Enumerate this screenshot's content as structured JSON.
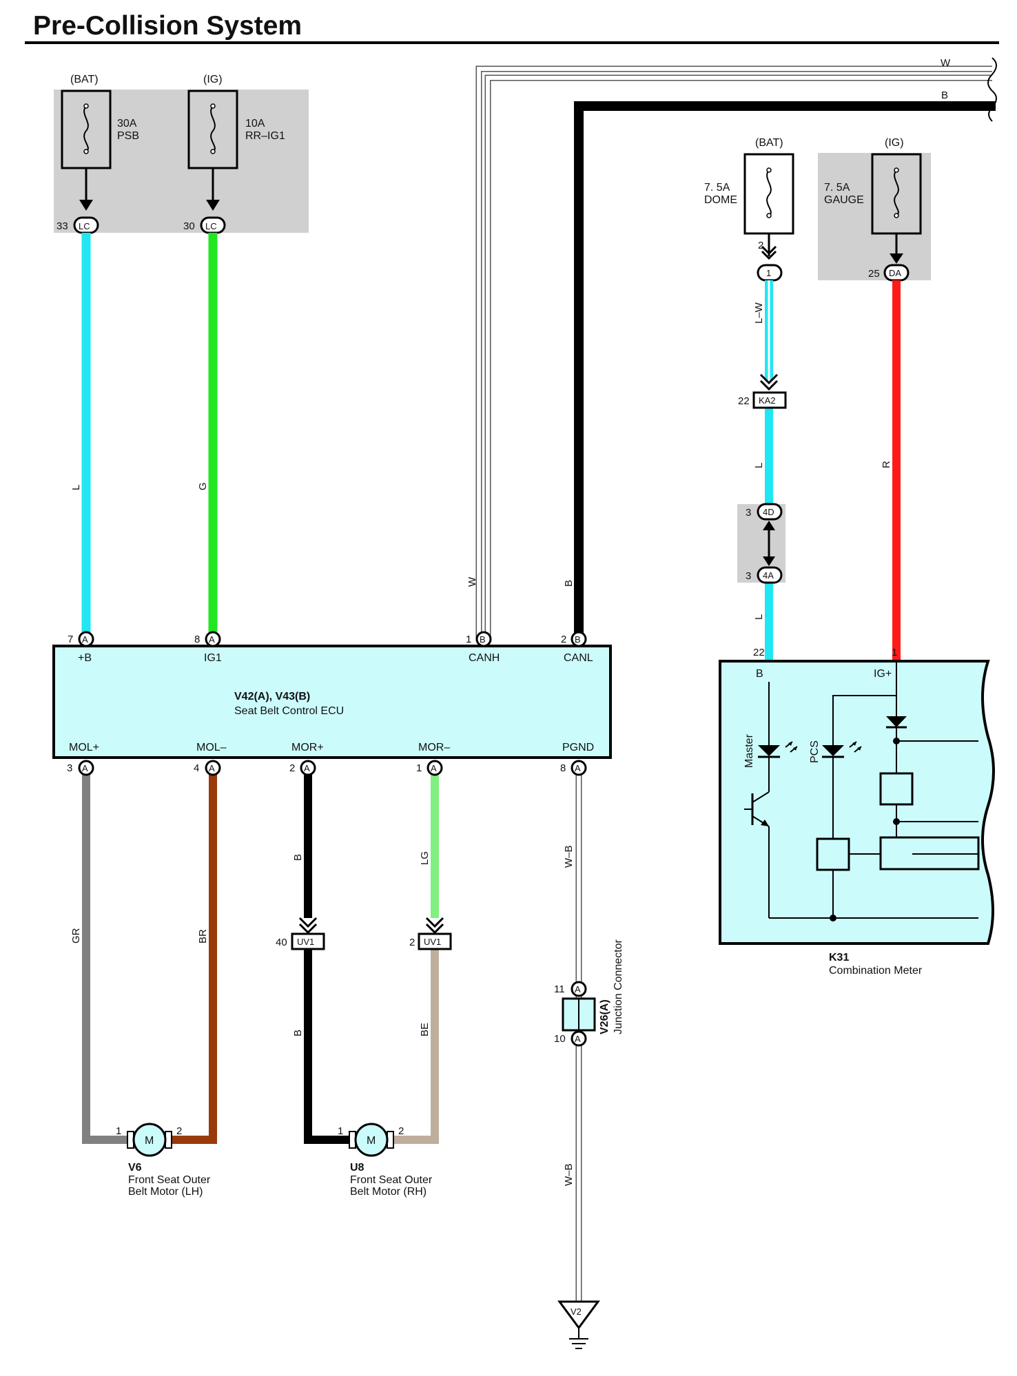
{
  "title": "Pre-Collision System",
  "colors": {
    "L": "#22e6f2",
    "G": "#22e622",
    "GR": "#808080",
    "BR": "#9a3a0a",
    "B": "#000000",
    "LG": "#80f080",
    "BE": "#bfae9c",
    "R": "#ff1a1a",
    "W": "#ffffff",
    "ECU": "#ccfbfc",
    "FUSEBOX": "#d0d0d0"
  },
  "fuses": {
    "psb": {
      "source": "(BAT)",
      "amp": "30A",
      "name": "PSB"
    },
    "rrig1": {
      "source": "(IG)",
      "amp": "10A",
      "name": "RR–IG1"
    },
    "dome": {
      "source": "(BAT)",
      "amp": "7. 5A",
      "name": "DOME"
    },
    "gauge": {
      "source": "(IG)",
      "amp": "7. 5A",
      "name": "GAUGE"
    }
  },
  "connectors": {
    "lc33": {
      "pin": "33",
      "code": "LC"
    },
    "lc30": {
      "pin": "30",
      "code": "LC"
    },
    "dome1": {
      "pin": "2",
      "code": "1"
    },
    "da25": {
      "pin": "25",
      "code": "DA"
    },
    "ka2": {
      "pin": "22",
      "code": "KA2"
    },
    "c4d": {
      "pin": "3",
      "code": "4D"
    },
    "c4a": {
      "pin": "3",
      "code": "4A"
    },
    "uv1a": {
      "pin": "40",
      "code": "UV1"
    },
    "uv1b": {
      "pin": "2",
      "code": "UV1"
    }
  },
  "wires": {
    "w_top": "W",
    "b_top": "B",
    "l_psb": "L",
    "g_ig": "G",
    "w_canh": "W",
    "b_canl": "B",
    "lw": "L–W",
    "l1": "L",
    "l2": "L",
    "r": "R",
    "gr": "GR",
    "br": "BR",
    "b1": "B",
    "b2": "B",
    "lg": "LG",
    "be": "BE",
    "wb1": "W–B",
    "wb2": "W–B"
  },
  "ecu": {
    "name": "V42(A), V43(B)",
    "desc": "Seat Belt Control ECU",
    "top_pins": [
      {
        "num": "7",
        "conn": "A",
        "label": "+B"
      },
      {
        "num": "8",
        "conn": "A",
        "label": "IG1"
      },
      {
        "num": "1",
        "conn": "B",
        "label": "CANH"
      },
      {
        "num": "2",
        "conn": "B",
        "label": "CANL"
      }
    ],
    "bottom_pins": [
      {
        "num": "3",
        "conn": "A",
        "label": "MOL+"
      },
      {
        "num": "4",
        "conn": "A",
        "label": "MOL–"
      },
      {
        "num": "2",
        "conn": "A",
        "label": "MOR+"
      },
      {
        "num": "1",
        "conn": "A",
        "label": "MOR–"
      },
      {
        "num": "8",
        "conn": "A",
        "label": "PGND"
      }
    ]
  },
  "meter": {
    "name": "K31",
    "desc": "Combination Meter",
    "pin_b_num": "22",
    "pin_b_label": "B",
    "pin_ig_num": "1",
    "pin_ig_label": "IG+",
    "led_master": "Master",
    "led_pcs": "PCS"
  },
  "motors": {
    "lh": {
      "id": "V6",
      "line1": "Front Seat Outer",
      "line2": "Belt Motor (LH)",
      "pin1": "1",
      "pin2": "2",
      "symbol": "M"
    },
    "rh": {
      "id": "U8",
      "line1": "Front Seat Outer",
      "line2": "Belt Motor (RH)",
      "pin1": "1",
      "pin2": "2",
      "symbol": "M"
    }
  },
  "junction": {
    "id": "V26(A)",
    "desc": "Junction Connector",
    "pin_top": "11",
    "pin_bottom": "10",
    "conn": "A"
  },
  "ground": {
    "id": "V2"
  }
}
